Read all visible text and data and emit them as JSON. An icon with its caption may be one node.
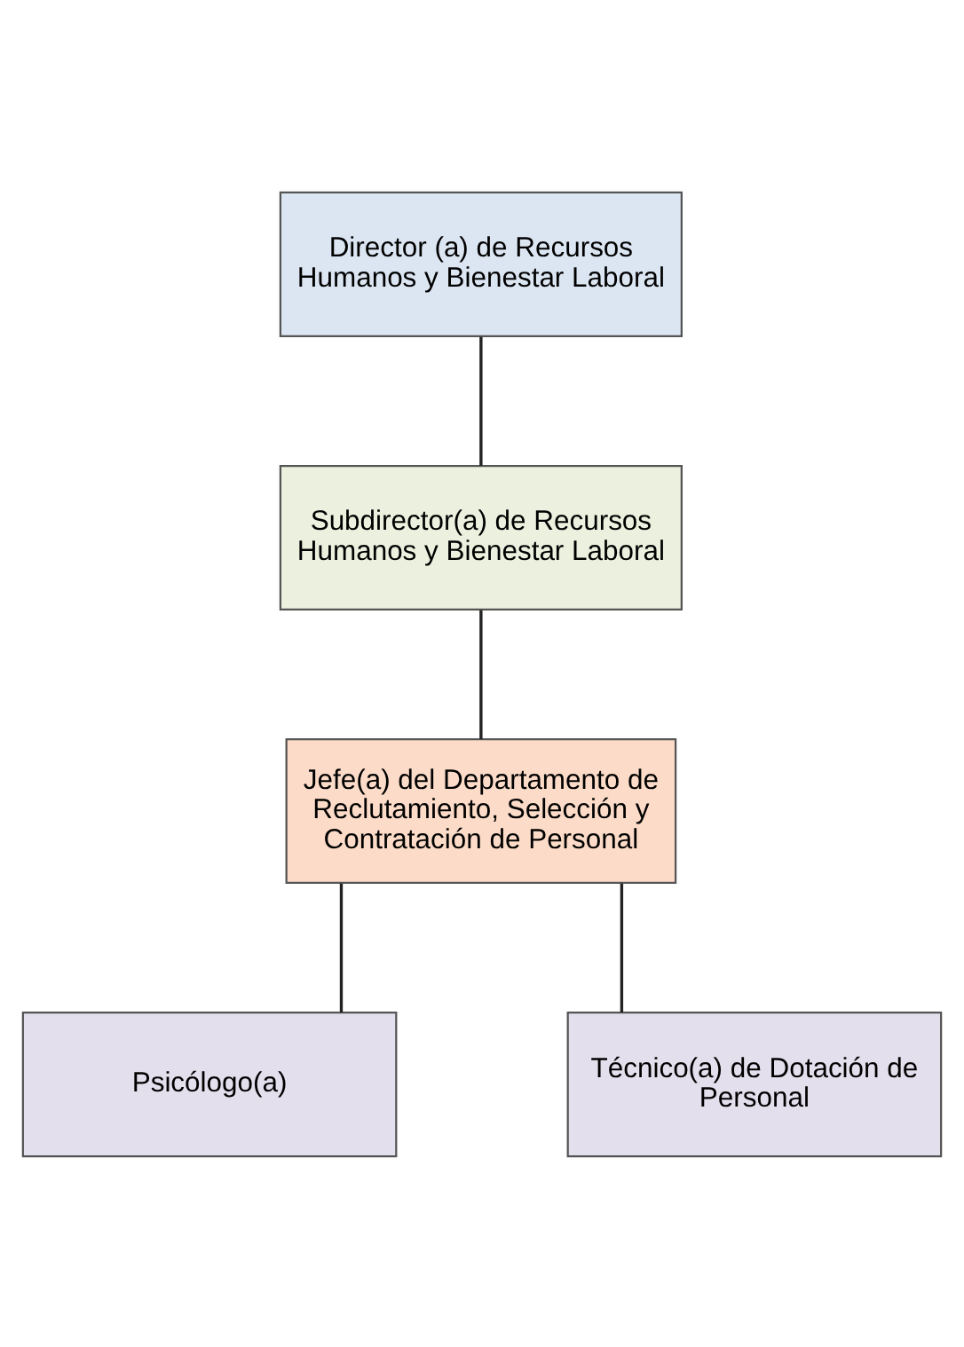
{
  "diagram": {
    "nodes": [
      {
        "text": [
          "Director (a) de Recursos Humanos y Bienestar Laboral"
        ]
      },
      {
        "text": [
          "Subdirector(a) de Recursos Humanos y Bienestar Laboral"
        ]
      },
      {
        "text": [
          "Jefe(a) del Departamento de Reclutamiento, Selección y Contratación de Personal"
        ]
      },
      {
        "text": [
          "Psicólogo(a)"
        ]
      },
      {
        "text": [
          "Técnico(a) de Dotación de Personal"
        ]
      }
    ],
    "edges": [
      {
        "from": 0,
        "to": 1,
        "arrow": "none"
      },
      {
        "from": 1,
        "to": 2,
        "arrow": "none"
      },
      {
        "from": 2,
        "to": 3,
        "arrow": "none"
      },
      {
        "from": 2,
        "to": 4,
        "arrow": "none"
      }
    ]
  }
}
